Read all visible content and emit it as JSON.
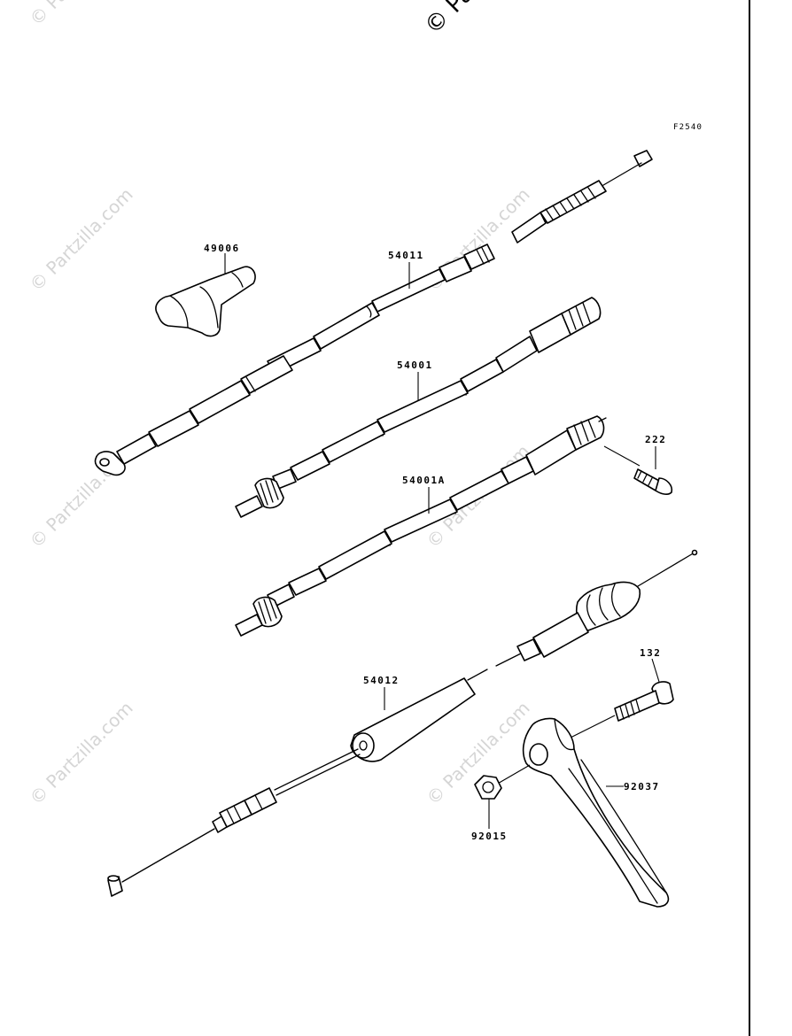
{
  "diagram_code": "F2540",
  "watermark_text": "© Partzilla.com",
  "watermark_top": "© Pa",
  "parts": [
    {
      "id": "49006"
    },
    {
      "id": "54011"
    },
    {
      "id": "54001"
    },
    {
      "id": "54001A"
    },
    {
      "id": "222"
    },
    {
      "id": "54012"
    },
    {
      "id": "132"
    },
    {
      "id": "92037"
    },
    {
      "id": "92015"
    }
  ]
}
